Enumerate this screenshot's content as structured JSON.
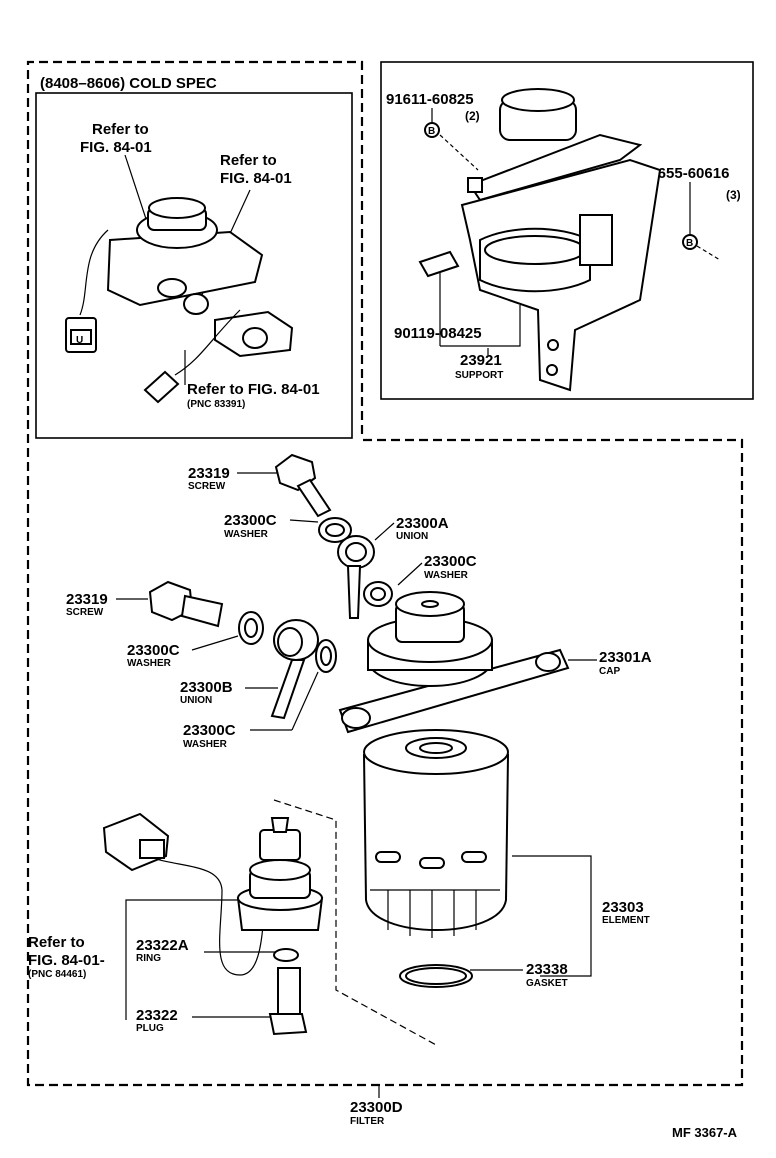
{
  "cold_spec_box": {
    "title": "(8408–8606) COLD SPEC",
    "ref1": [
      "Refer to",
      "FIG. 84-01"
    ],
    "ref2": [
      "Refer to",
      "FIG. 84-01"
    ],
    "ref3": "Refer to FIG. 84-01",
    "ref3_pnc": "(PNC 83391)"
  },
  "support_box": {
    "bolt1": {
      "number": "91611-60825",
      "qty": "(2)",
      "mark": "B"
    },
    "bolt2": {
      "number": "91655-60616",
      "qty": "(3)",
      "mark": "B"
    },
    "bolt3": {
      "number": "90119-08425"
    },
    "support": {
      "number": "23921",
      "name": "SUPPORT"
    }
  },
  "parts": [
    {
      "number": "23319",
      "name": "SCREW"
    },
    {
      "number": "23300C",
      "name": "WASHER"
    },
    {
      "number": "23300A",
      "name": "UNION"
    },
    {
      "number": "23300C",
      "name": "WASHER"
    },
    {
      "number": "23319",
      "name": "SCREW"
    },
    {
      "number": "23300C",
      "name": "WASHER"
    },
    {
      "number": "23300B",
      "name": "UNION"
    },
    {
      "number": "23300C",
      "name": "WASHER"
    },
    {
      "number": "23301A",
      "name": "CAP"
    },
    {
      "number": "23303",
      "name": "ELEMENT"
    },
    {
      "number": "23338",
      "name": "GASKET"
    },
    {
      "number": "23322A",
      "name": "RING"
    },
    {
      "number": "23322",
      "name": "PLUG"
    }
  ],
  "lower_ref": {
    "line1": "Refer to",
    "line2": "FIG. 84-01-",
    "pnc": "(PNC 84461)"
  },
  "assembly": {
    "number": "23300D",
    "name": "FILTER"
  },
  "figure_code": "MF  3367-A"
}
